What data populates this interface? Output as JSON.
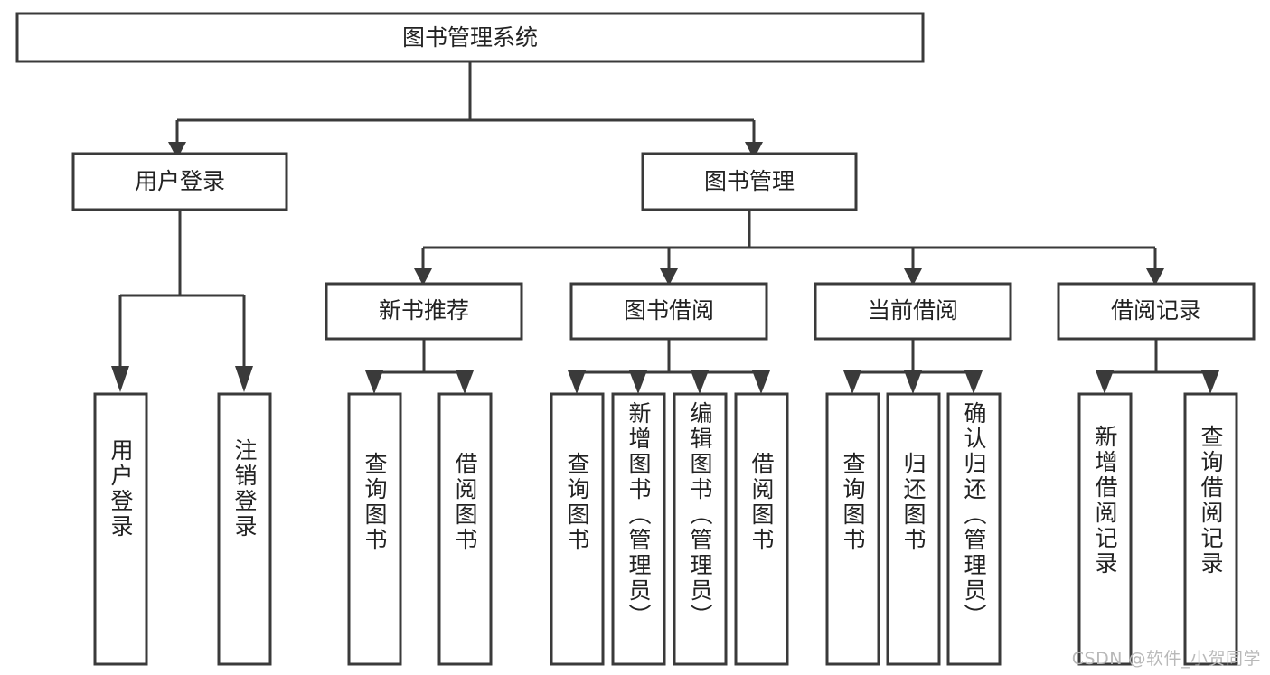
{
  "diagram": {
    "type": "tree-hierarchy",
    "title": "图书管理系统",
    "root": {
      "label": "图书管理系统",
      "orientation": "horizontal"
    },
    "level2": [
      {
        "label": "用户登录",
        "orientation": "horizontal"
      },
      {
        "label": "图书管理",
        "orientation": "horizontal"
      }
    ],
    "level3": [
      {
        "label": "新书推荐",
        "orientation": "horizontal"
      },
      {
        "label": "图书借阅",
        "orientation": "horizontal"
      },
      {
        "label": "当前借阅",
        "orientation": "horizontal"
      },
      {
        "label": "借阅记录",
        "orientation": "horizontal"
      }
    ],
    "leaves": [
      {
        "label": "用户登录",
        "orientation": "vertical",
        "parent": "用户登录"
      },
      {
        "label": "注销登录",
        "orientation": "vertical",
        "parent": "用户登录"
      },
      {
        "label": "查询图书",
        "orientation": "vertical",
        "parent": "新书推荐"
      },
      {
        "label": "借阅图书",
        "orientation": "vertical",
        "parent": "新书推荐"
      },
      {
        "label": "查询图书",
        "orientation": "vertical",
        "parent": "图书借阅"
      },
      {
        "label": "新增图书（管理员）",
        "orientation": "vertical",
        "parent": "图书借阅"
      },
      {
        "label": "编辑图书（管理员）",
        "orientation": "vertical",
        "parent": "图书借阅"
      },
      {
        "label": "借阅图书",
        "orientation": "vertical",
        "parent": "图书借阅"
      },
      {
        "label": "查询图书",
        "orientation": "vertical",
        "parent": "当前借阅"
      },
      {
        "label": "归还图书",
        "orientation": "vertical",
        "parent": "当前借阅"
      },
      {
        "label": "确认归还（管理员）",
        "orientation": "vertical",
        "parent": "当前借阅"
      },
      {
        "label": "新增借阅记录",
        "orientation": "vertical",
        "parent": "借阅记录"
      },
      {
        "label": "查询借阅记录",
        "orientation": "vertical",
        "parent": "借阅记录"
      }
    ],
    "colors": {
      "box_stroke": "#3a3a3a",
      "box_fill": "#ffffff",
      "connector": "#3a3a3a",
      "text": "#222222",
      "background": "#ffffff",
      "watermark": "#b9b9b9"
    }
  },
  "watermark": {
    "text": "CSDN @软件_小贺同学"
  }
}
